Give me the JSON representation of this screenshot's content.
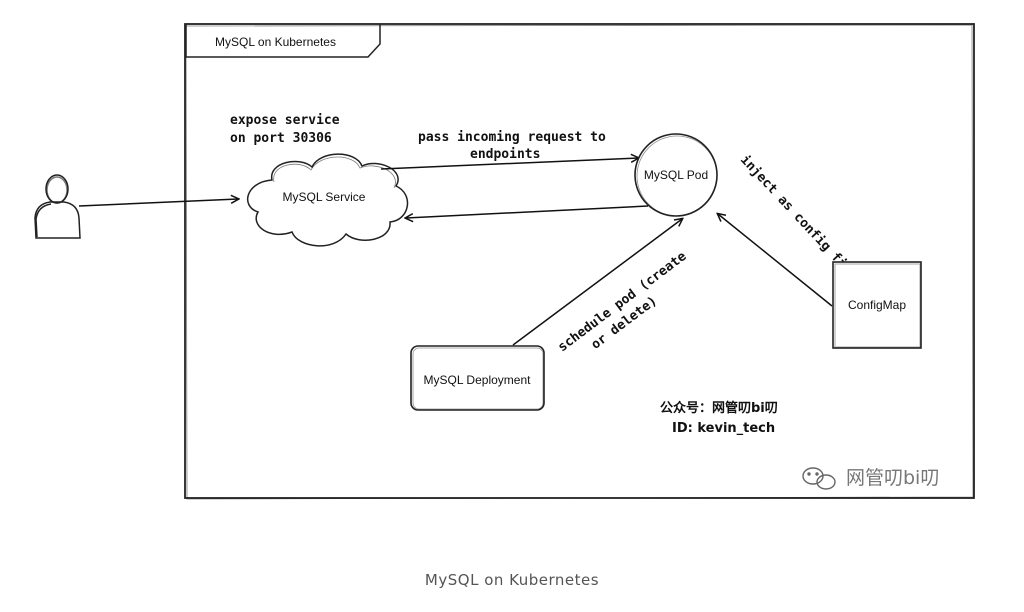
{
  "frame": {
    "title": "MySQL on Kubernetes"
  },
  "nodes": {
    "user": {
      "icon": "user-icon"
    },
    "service": {
      "label": "MySQL Service"
    },
    "pod": {
      "label": "MySQL Pod"
    },
    "deployment": {
      "label": "MySQL Deployment"
    },
    "configmap": {
      "label": "ConfigMap"
    }
  },
  "annotations": {
    "expose_line1": "expose service",
    "expose_line2": "on port 30306",
    "pass_line1": "pass incoming request to",
    "pass_line2": "endpoints",
    "schedule_line1": "schedule pod (create",
    "schedule_line2": "or delete)",
    "inject": "inject as config file"
  },
  "credits": {
    "account": "公众号：网管叨bi叨",
    "id": "ID: kevin_tech",
    "watermark": "网管叨bi叨",
    "watermark_icon": "wechat-icon"
  },
  "caption": "MySQL on Kubernetes"
}
